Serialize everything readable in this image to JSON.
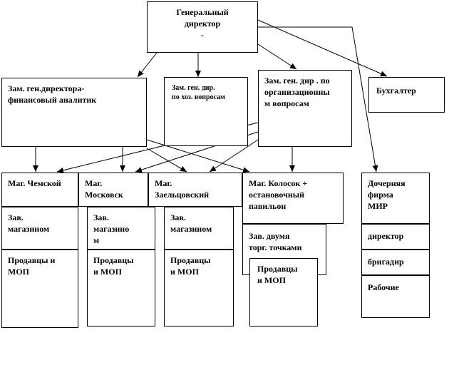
{
  "org_chart": {
    "director": "Генеральный\nдиректор\n-",
    "deputy_fin": "Зам. ген.директора-\nфинансовый  аналитик",
    "deputy_eco": "Зам. ген. дир.\nпо хоз. вопросам",
    "deputy_org": "Зам. ген. дир . по\nорганизационны\nм вопросам",
    "accountant": "Бухгалтер",
    "stores": [
      {
        "name": "Маг. Чемской",
        "manager": "Зав.\nмагазином",
        "staff": "Продавцы и\nМОП"
      },
      {
        "name": "Маг.\nМосковск",
        "manager": "Зав.\nмагазино\nм",
        "staff": "Продавцы\nи МОП"
      },
      {
        "name": "Маг.\nЗаельцовский",
        "manager": "Зав.\nмагазином",
        "staff": "Продавцы\nи МОП"
      },
      {
        "name": "Маг. Колосок +\nостановочный\nпавильон",
        "manager": "Зав. двумя\nторг. точками",
        "staff": "Продавцы\nи МОП"
      }
    ],
    "subsidiary": {
      "name": "Дочерняя\nфирма\nМИР",
      "roles": [
        "директор",
        "бригадир",
        "Рабочие"
      ]
    }
  }
}
